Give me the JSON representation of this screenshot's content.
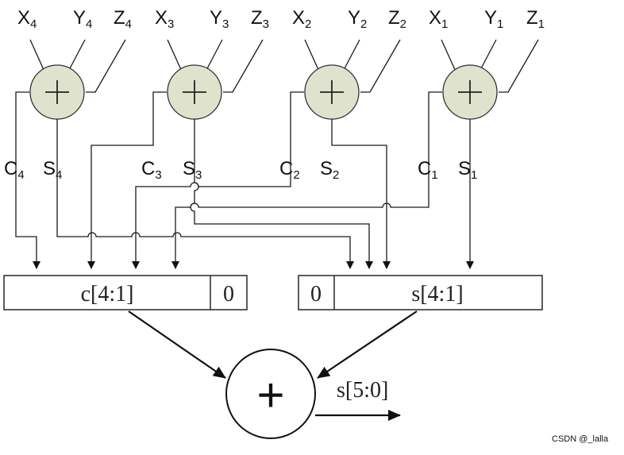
{
  "adders": [
    {
      "x": "X",
      "xs": "4",
      "y": "Y",
      "ys": "4",
      "z": "Z",
      "zs": "4",
      "c": "C",
      "cs": "4",
      "s": "S",
      "ss": "4"
    },
    {
      "x": "X",
      "xs": "3",
      "y": "Y",
      "ys": "3",
      "z": "Z",
      "zs": "3",
      "c": "C",
      "cs": "3",
      "s": "S",
      "ss": "3"
    },
    {
      "x": "X",
      "xs": "2",
      "y": "Y",
      "ys": "2",
      "z": "Z",
      "zs": "2",
      "c": "C",
      "cs": "2",
      "s": "S",
      "ss": "2"
    },
    {
      "x": "X",
      "xs": "1",
      "y": "Y",
      "ys": "1",
      "z": "Z",
      "zs": "1",
      "c": "C",
      "cs": "1",
      "s": "S",
      "ss": "1"
    }
  ],
  "c_register": {
    "label": "c[4:1]",
    "pad": "0"
  },
  "s_register": {
    "label": "s[4:1]",
    "pad": "0"
  },
  "final_adder": {
    "symbol": "+",
    "output_label": "s[5:0]"
  },
  "watermark": "CSDN @_lalla",
  "colors": {
    "adder_fill": "#dfe3cd",
    "line": "#1a1a1a"
  }
}
